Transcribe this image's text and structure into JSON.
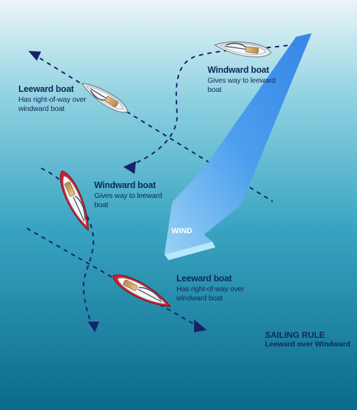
{
  "labels": {
    "leeward_top": {
      "title": "Leeward boat",
      "desc_line1": "Has right-of-way over",
      "desc_line2": "windward boat"
    },
    "windward_top": {
      "title": "Windward boat",
      "desc_line1": "Gives way to leeward",
      "desc_line2": "boat"
    },
    "windward_bottom": {
      "title": "Windward boat",
      "desc_line1": "Gives way to leeward",
      "desc_line2": "boat"
    },
    "leeward_bottom": {
      "title": "Leeward boat",
      "desc_line1": "Has right-of-way over",
      "desc_line2": "windward boat"
    }
  },
  "wind_label": "WIND",
  "rule": {
    "title": "SAILING RULE",
    "subtitle": "Leeward over Windward"
  },
  "colors": {
    "sea_top": "#e8f3f6",
    "sea_mid": "#3aa5c2",
    "sea_bottom": "#0d6f8e",
    "wind_arrow": "#3a8ee8",
    "track": "#15236b",
    "hull_red": "#d42030",
    "hull_white": "#ffffff",
    "text": "#0e2a5a"
  }
}
